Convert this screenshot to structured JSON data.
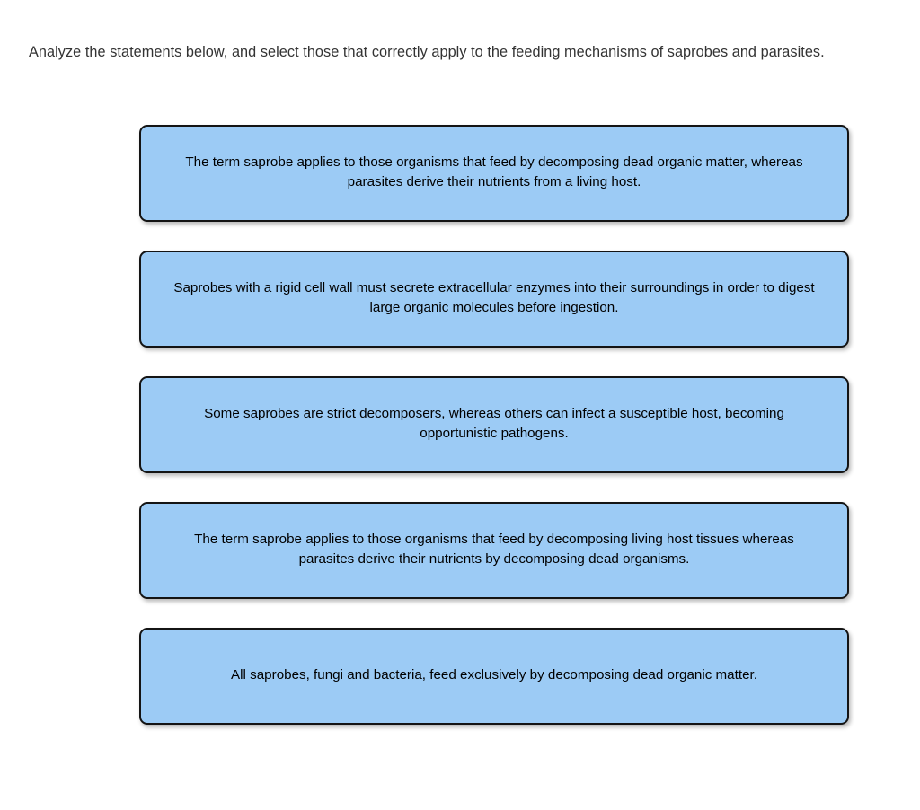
{
  "prompt": {
    "text": "Analyze the statements below, and select those that correctly apply to the feeding mechanisms of saprobes and parasites."
  },
  "colors": {
    "page_background": "#ffffff",
    "choice_fill": "#9ccbf5",
    "choice_border": "#141414",
    "choice_text": "#000000",
    "prompt_text": "#333333"
  },
  "choices": [
    {
      "index": 1,
      "text": "The term saprobe applies to those organisms that feed by decomposing dead organic matter, whereas parasites derive their nutrients from a living host.",
      "selected": false
    },
    {
      "index": 2,
      "text": "Saprobes with a rigid cell wall must secrete extracellular enzymes into their surroundings in order to digest large organic molecules before ingestion.",
      "selected": false
    },
    {
      "index": 3,
      "text": "Some saprobes are strict decomposers, whereas others can infect a susceptible host, becoming opportunistic pathogens.",
      "selected": false
    },
    {
      "index": 4,
      "text": "The term saprobe applies to those organisms that feed by decomposing living host tissues whereas parasites derive their nutrients by decomposing dead organisms.",
      "selected": false
    },
    {
      "index": 5,
      "text": "All saprobes, fungi and bacteria, feed exclusively by decomposing dead organic matter.",
      "selected": false
    }
  ]
}
